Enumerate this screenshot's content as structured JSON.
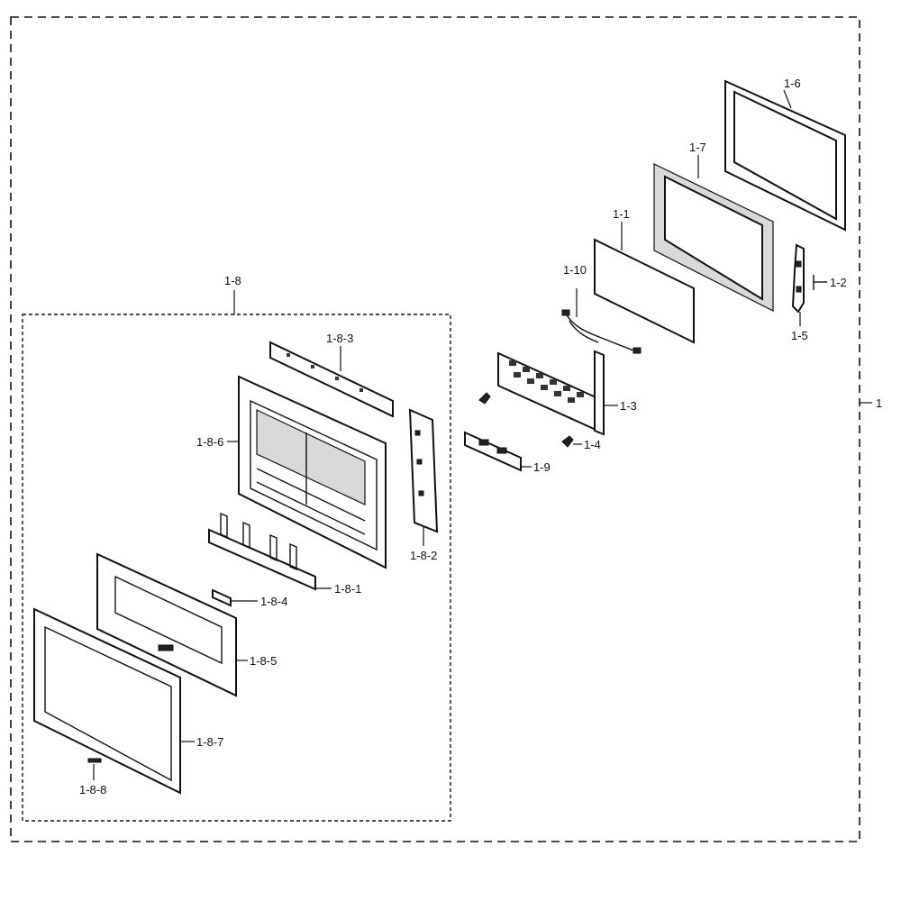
{
  "diagram": {
    "assembly_label": "1",
    "subassembly_label": "1-8",
    "parts": {
      "p1_1": "1-1",
      "p1_2": "1-2",
      "p1_3": "1-3",
      "p1_4": "1-4",
      "p1_5": "1-5",
      "p1_6": "1-6",
      "p1_7": "1-7",
      "p1_9": "1-9",
      "p1_10": "1-10",
      "p1_8_1": "1-8-1",
      "p1_8_2": "1-8-2",
      "p1_8_3": "1-8-3",
      "p1_8_4": "1-8-4",
      "p1_8_5": "1-8-5",
      "p1_8_6": "1-8-6",
      "p1_8_7": "1-8-7",
      "p1_8_8": "1-8-8"
    }
  }
}
